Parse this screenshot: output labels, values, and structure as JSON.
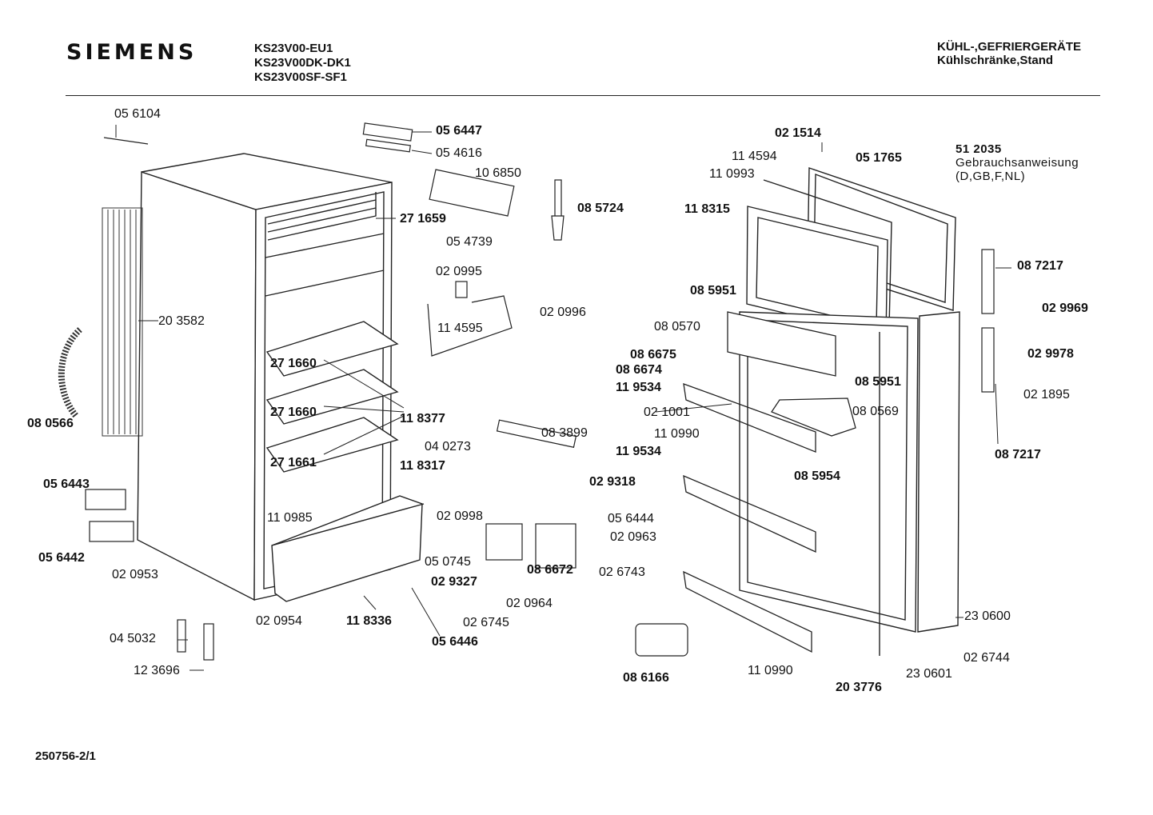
{
  "header": {
    "brand": "SIEMENS",
    "models": [
      "KS23V00-EU1",
      "KS23V00DK-DK1",
      "KS23V00SF-SF1"
    ],
    "category_line1": "KÜHL-,GEFRIERGERÄTE",
    "category_line2": "Kühlschränke,Stand"
  },
  "manual": {
    "part": "51 2035",
    "title": "Gebrauchsanweisung",
    "languages": "(D,GB,F,NL)"
  },
  "footer": {
    "doc_ref": "250756-2/1"
  },
  "parts": [
    {
      "n": "05 6104",
      "bold": false
    },
    {
      "n": "20 3582",
      "bold": false
    },
    {
      "n": "08 0566",
      "bold": true
    },
    {
      "n": "05 6443",
      "bold": true
    },
    {
      "n": "05 6442",
      "bold": true
    },
    {
      "n": "02 0953",
      "bold": false
    },
    {
      "n": "02 0954",
      "bold": false
    },
    {
      "n": "04 5032",
      "bold": false
    },
    {
      "n": "12 3696",
      "bold": false
    },
    {
      "n": "05 6447",
      "bold": true
    },
    {
      "n": "05 4616",
      "bold": false
    },
    {
      "n": "10 6850",
      "bold": false
    },
    {
      "n": "27 1659",
      "bold": true
    },
    {
      "n": "05 4739",
      "bold": false
    },
    {
      "n": "08 5724",
      "bold": true
    },
    {
      "n": "02 0995",
      "bold": false
    },
    {
      "n": "02 0996",
      "bold": false
    },
    {
      "n": "11 4595",
      "bold": false
    },
    {
      "n": "27 1660",
      "bold": true
    },
    {
      "n": "27 1660",
      "bold": true
    },
    {
      "n": "27 1661",
      "bold": true
    },
    {
      "n": "11 8377",
      "bold": true
    },
    {
      "n": "11 8317",
      "bold": true
    },
    {
      "n": "11 0985",
      "bold": false
    },
    {
      "n": "11 8336",
      "bold": true
    },
    {
      "n": "04 0273",
      "bold": false
    },
    {
      "n": "08 3899",
      "bold": false
    },
    {
      "n": "02 9318",
      "bold": true
    },
    {
      "n": "02 0998",
      "bold": false
    },
    {
      "n": "05 6444",
      "bold": false
    },
    {
      "n": "02 0963",
      "bold": false
    },
    {
      "n": "05 0745",
      "bold": false
    },
    {
      "n": "02 9327",
      "bold": true
    },
    {
      "n": "08 6672",
      "bold": true
    },
    {
      "n": "02 0964",
      "bold": false
    },
    {
      "n": "02 6743",
      "bold": false
    },
    {
      "n": "02 6745",
      "bold": false
    },
    {
      "n": "05 6446",
      "bold": true
    },
    {
      "n": "02 1514",
      "bold": true
    },
    {
      "n": "11 4594",
      "bold": false
    },
    {
      "n": "05 1765",
      "bold": true
    },
    {
      "n": "11 0993",
      "bold": false
    },
    {
      "n": "11 8315",
      "bold": true
    },
    {
      "n": "08 5951",
      "bold": true
    },
    {
      "n": "08 0570",
      "bold": false
    },
    {
      "n": "08 6675",
      "bold": true
    },
    {
      "n": "08 6674",
      "bold": true
    },
    {
      "n": "11 9534",
      "bold": true
    },
    {
      "n": "02 1001",
      "bold": false
    },
    {
      "n": "11 0990",
      "bold": false
    },
    {
      "n": "11 9534",
      "bold": true
    },
    {
      "n": "08 5951",
      "bold": true
    },
    {
      "n": "08 0569",
      "bold": false
    },
    {
      "n": "08 5954",
      "bold": true
    },
    {
      "n": "08 6166",
      "bold": true
    },
    {
      "n": "11 0990",
      "bold": false
    },
    {
      "n": "20 3776",
      "bold": true
    },
    {
      "n": "23 0601",
      "bold": false
    },
    {
      "n": "23 0600",
      "bold": false
    },
    {
      "n": "02 6744",
      "bold": false
    },
    {
      "n": "08 7217",
      "bold": true
    },
    {
      "n": "02 9969",
      "bold": true
    },
    {
      "n": "02 9978",
      "bold": true
    },
    {
      "n": "02 1895",
      "bold": false
    },
    {
      "n": "08 7217",
      "bold": true
    }
  ]
}
